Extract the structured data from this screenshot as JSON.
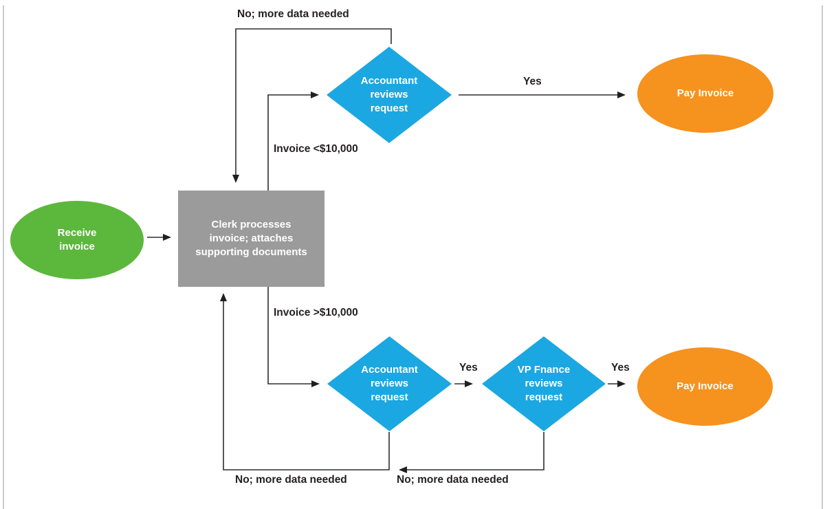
{
  "diagram": {
    "colors": {
      "green": "#5CB83C",
      "blue": "#1BA7E1",
      "orange": "#F6921E",
      "gray": "#9B9B9B",
      "line": "#231F20",
      "connector": "#2D2D2D",
      "border": "#C9C9C9"
    },
    "nodes": [
      {
        "id": "receive-invoice",
        "shape": "ellipse",
        "label": "Receive\ninvoice"
      },
      {
        "id": "clerk-processes-invoice",
        "shape": "rect",
        "label": "Clerk processes\ninvoice; attaches\nsupporting documents"
      },
      {
        "id": "accountant-reviews-top",
        "shape": "diamond",
        "label": "Accountant\nreviews\nrequest"
      },
      {
        "id": "pay-invoice-top",
        "shape": "ellipse",
        "label": "Pay Invoice"
      },
      {
        "id": "accountant-reviews-bottom",
        "shape": "diamond",
        "label": "Accountant\nreviews\nrequest"
      },
      {
        "id": "vp-finance-reviews",
        "shape": "diamond",
        "label": "VP Fnance\nreviews\nrequest"
      },
      {
        "id": "pay-invoice-bottom",
        "shape": "ellipse",
        "label": "Pay Invoice"
      }
    ],
    "edge_labels": {
      "no_top": "No; more data needed",
      "invoice_less": "Invoice <$10,000",
      "yes_top": "Yes",
      "invoice_greater": "Invoice >$10,000",
      "yes_mid": "Yes",
      "yes_right": "Yes",
      "no_bottom_left": "No; more data needed",
      "no_bottom_mid": "No; more data needed"
    }
  }
}
